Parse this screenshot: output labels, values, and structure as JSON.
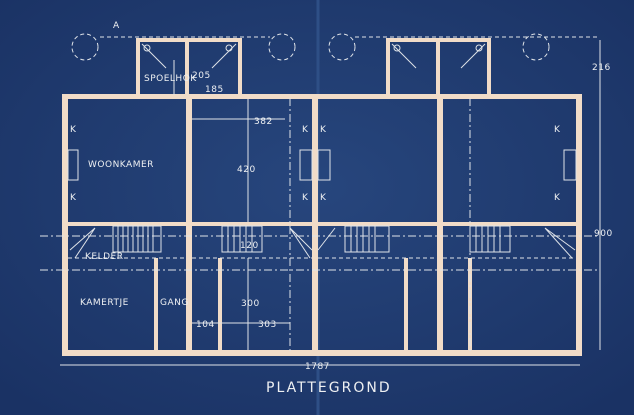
{
  "drawing": {
    "title": "PLATTEGROND",
    "section_marker": "A",
    "rooms": {
      "spoelhok": "SPOELHOK",
      "woonkamer": "WOONKAMER",
      "kelder": "KELDER",
      "kamertje": "KAMERTJE",
      "gang": "GANG"
    },
    "kitchen_marker": "K",
    "dimensions": {
      "d205": "205",
      "d185": "185",
      "d382": "382",
      "d420": "420",
      "d120": "120",
      "d300": "300",
      "d104": "104",
      "d303": "303",
      "d1787": "1787",
      "d216": "216",
      "d900": "900"
    }
  },
  "colors": {
    "paper": "#1f3a6e",
    "lines": "#f1dcc8"
  }
}
